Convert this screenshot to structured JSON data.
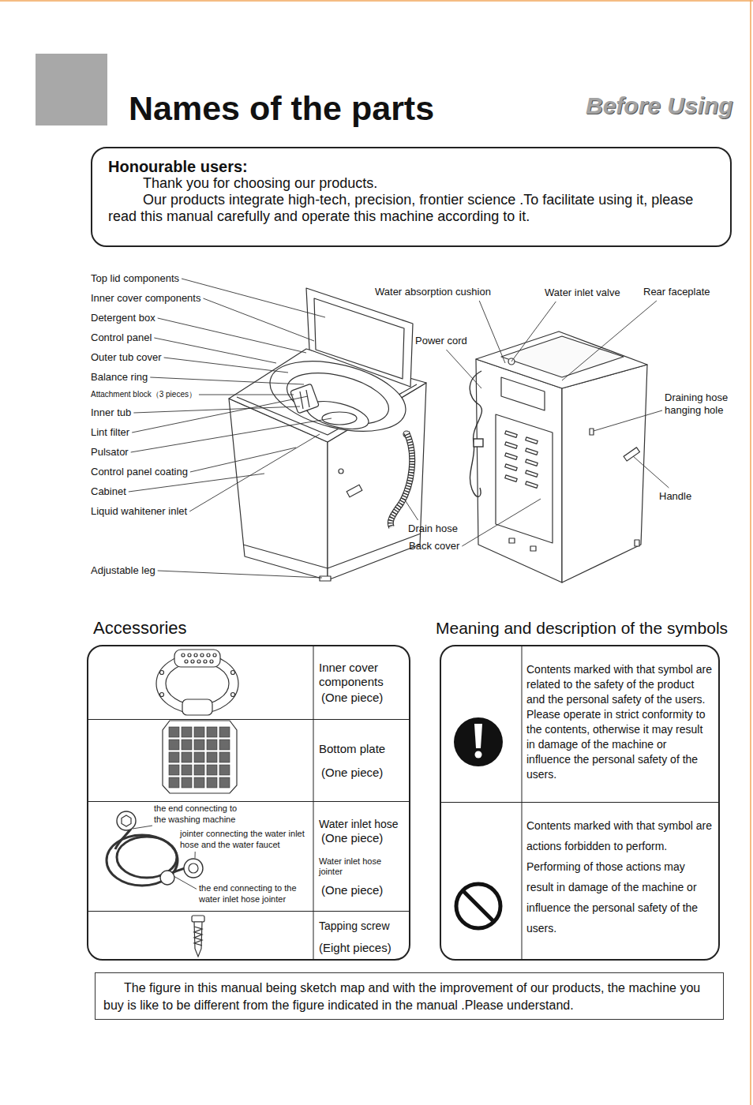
{
  "diagram": {
    "title": "Names of the parts",
    "nodes": [
      {
        "text": [
          "Honourable users:",
          "Thank you for choosing our products.",
          "Our products integrate high-tech, precision, frontier science .To facilitate using it, please read this manual carefully and operate this machine according to it."
        ]
      },
      {
        "text": [
          "Accessories"
        ]
      },
      {
        "text": [
          "Inner cover components",
          "(One piece)"
        ],
        "in": 1
      },
      {
        "text": [
          "Bottom plate",
          "(One piece)"
        ],
        "in": 1
      },
      {
        "text": [
          "Water inlet hose",
          "(One piece)",
          "Water inlet hose jointer",
          "(One piece)"
        ],
        "in": 1
      },
      {
        "text": [
          "Tapping screw",
          "(Eight pieces)"
        ],
        "in": 1
      },
      {
        "text": [
          "Meaning and description of the symbols"
        ]
      },
      {
        "text": [
          "Contents marked with that symbol are related to the safety of the product and the personal safety of the users. Please operate in strict conformity to the contents, otherwise it may result in damage of the machine or influence the personal safety of the users."
        ],
        "in": 6
      },
      {
        "text": [
          "Contents marked with that symbol are actions forbidden to perform. Performing of those actions may result in damage of the machine or influence the personal safety of the users."
        ],
        "in": 6
      },
      {
        "text": [
          "The figure in this manual being sketch map and with the improvement of our products, the machine you buy is like to be different from the figure indicated in the manual .Please understand."
        ]
      }
    ],
    "labels": [
      "Before Using",
      "Top lid components",
      "Inner cover components",
      "Detergent box",
      "Control panel",
      "Outer tub cover",
      "Balance ring",
      "Attachment block（3 pieces）",
      "Inner tub",
      "Lint filter",
      "Pulsator",
      "Control panel coating",
      "Cabinet",
      "Liquid wahitener inlet",
      "Adjustable leg",
      "Water absorption cushion",
      "Water inlet valve",
      "Rear faceplate",
      "Power cord",
      "Draining hose hanging hole",
      "Handle",
      "Drain hose",
      "Back cover",
      "the end connecting to the washing machine",
      "jointer connecting the water inlet hose and the water faucet",
      "the end connecting to the water inlet hose jointer"
    ]
  }
}
